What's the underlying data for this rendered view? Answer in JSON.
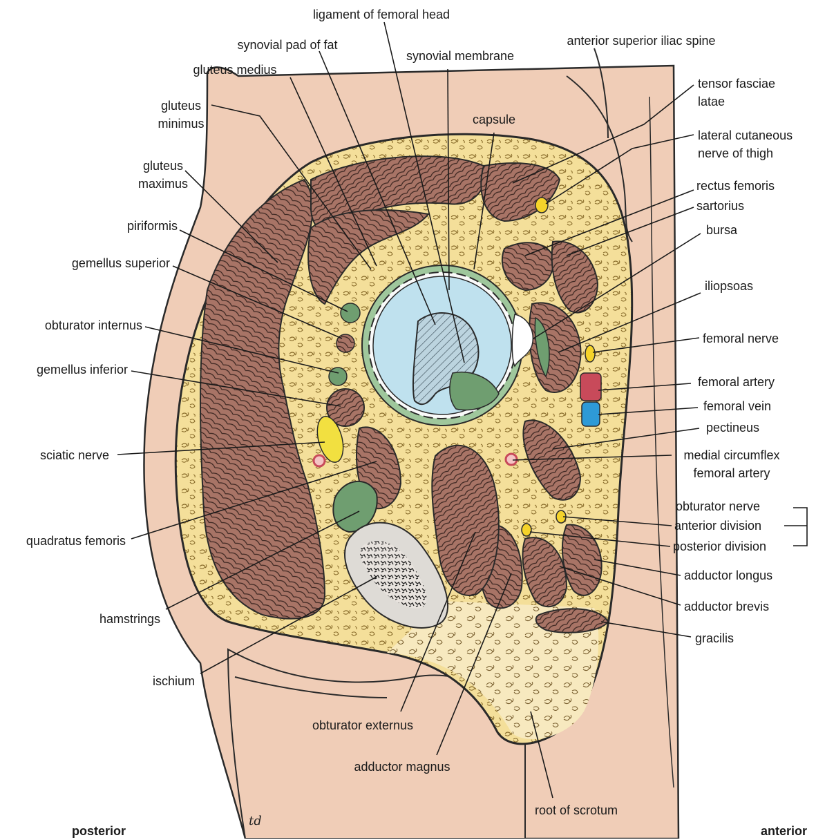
{
  "colors": {
    "skin": "#f0cdb7",
    "fat": "#f4df9a",
    "fat_center": "#f6e4a6",
    "muscle": "#a87466",
    "muscle_line": "#3a2520",
    "joint": "#bfe1ee",
    "capsule": "#9fc79c",
    "green_tissue": "#6f9e70",
    "sciatic": "#f2e040",
    "femoral_nerve": "#f5d32a",
    "artery": "#c84a5a",
    "vein": "#2e9ad6",
    "bone": "#dedbd6"
  },
  "labels": {
    "ligament_femoral_head": "ligament of femoral head",
    "synovial_pad": "synovial pad of fat",
    "synovial_membrane": "synovial membrane",
    "asis": "anterior superior iliac spine",
    "gluteus_medius": "gluteus medius",
    "gluteus_minimus": [
      "gluteus",
      "minimus"
    ],
    "capsule": "capsule",
    "tensor": [
      "tensor fasciae",
      "latae"
    ],
    "lateral_cutaneous": [
      "lateral cutaneous",
      "nerve of thigh"
    ],
    "gluteus_maximus": [
      "gluteus",
      "maximus"
    ],
    "rectus_femoris": "rectus femoris",
    "sartorius": "sartorius",
    "piriformis": "piriformis",
    "bursa": "bursa",
    "gemellus_superior": "gemellus superior",
    "iliopsoas": "iliopsoas",
    "obturator_internus": "obturator internus",
    "femoral_nerve": "femoral nerve",
    "gemellus_inferior": "gemellus inferior",
    "femoral_artery": "femoral artery",
    "femoral_vein": "femoral vein",
    "pectineus": "pectineus",
    "sciatic_nerve": "sciatic nerve",
    "medial_circumflex": [
      "medial circumflex",
      "femoral artery"
    ],
    "obturator_nerve": "obturator nerve",
    "anterior_division": "anterior division",
    "posterior_division": "posterior division",
    "quadratus_femoris": "quadratus femoris",
    "adductor_longus": "adductor longus",
    "adductor_brevis": "adductor brevis",
    "hamstrings": "hamstrings",
    "gracilis": "gracilis",
    "ischium": "ischium",
    "obturator_externus": "obturator externus",
    "adductor_magnus": "adductor magnus",
    "root_scrotum": "root of scrotum",
    "posterior": "posterior",
    "anterior": "anterior"
  }
}
